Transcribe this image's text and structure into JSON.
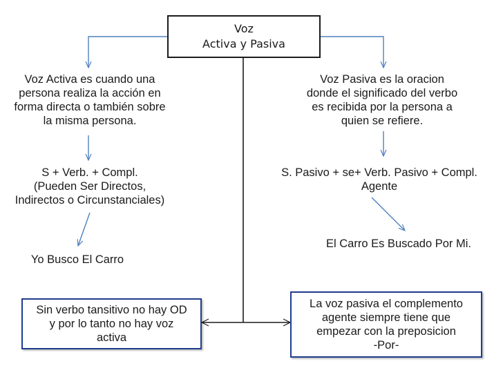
{
  "title": {
    "line1": "Voz",
    "line2": "Activa y  Pasiva"
  },
  "activa": {
    "definition": "Voz Activa es cuando una\npersona realiza la acción en\nforma directa o también sobre\nla misma persona.",
    "structure": "S + Verb. + Compl.\n(Pueden Ser Directos,\nIndirectos o Circunstanciales)",
    "example": "Yo Busco El Carro",
    "note": "Sin verbo tansitivo no hay OD\ny por lo tanto no hay voz\nactiva"
  },
  "pasiva": {
    "definition": "Voz  Pasiva es la oracion\ndonde el significado del verbo\nes recibida por la persona a\nquien se refiere.",
    "structure": "S. Pasivo + se+ Verb. Pasivo + Compl.\nAgente",
    "example": "El Carro Es Buscado Por Mi.",
    "note": "La voz pasiva el complemento\nagente siempre tiene que\nempezar con la preposicion\n-Por-"
  },
  "colors": {
    "arrow": "#4f81bd",
    "line": "#1a1a1a",
    "box_border": "#1f3b8c",
    "text": "#1a1a1a"
  }
}
